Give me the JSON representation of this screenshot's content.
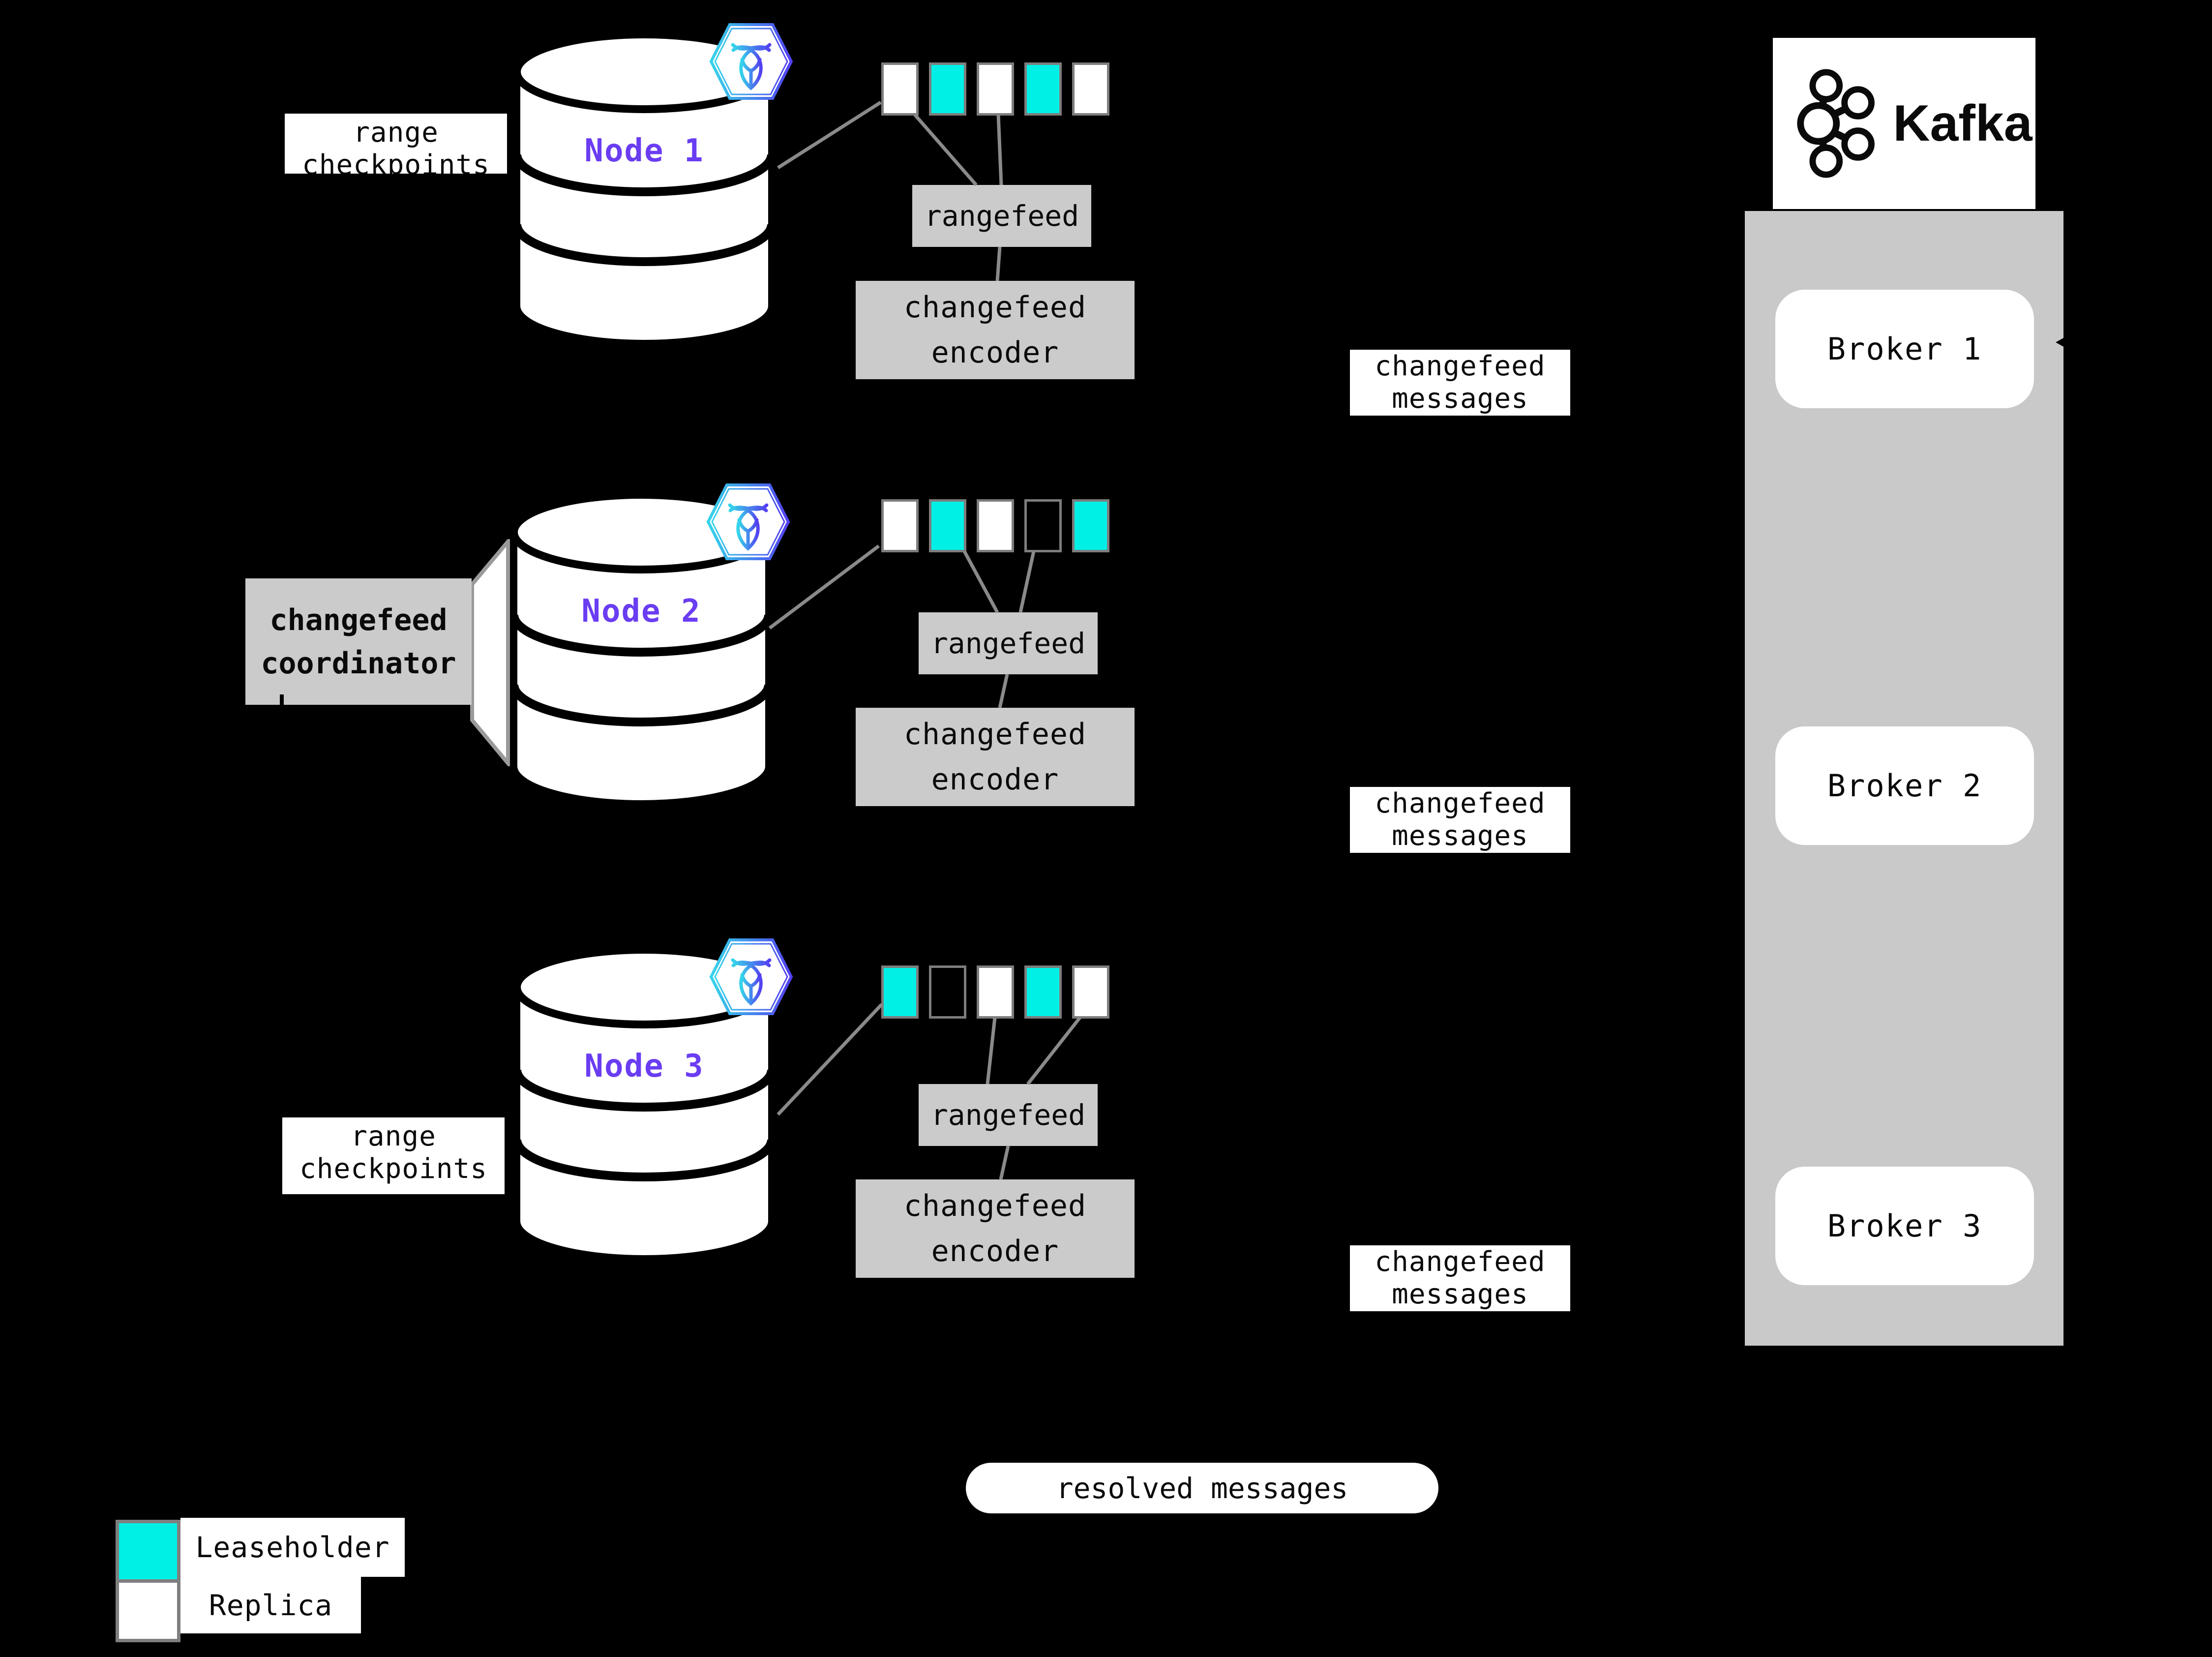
{
  "colors": {
    "leaseholder": "#00F0E6",
    "replica": "#FFFFFF",
    "empty": "transparent",
    "box_gray": "#CBCBCB",
    "container_gray": "#C9C9C9",
    "line_gray": "#8A8A8A",
    "node_purple": "#6A3DF2",
    "rect_border": "#7D7D7D",
    "background": "#000000"
  },
  "nodes": [
    {
      "label": "Node 1",
      "rangefeed_label": "rangefeed",
      "encoder_lines": [
        "changefeed",
        "encoder"
      ],
      "ranges": [
        {
          "type": "replica",
          "color": "#FFFFFF"
        },
        {
          "type": "leaseholder",
          "color": "#00F0E6"
        },
        {
          "type": "replica",
          "color": "#FFFFFF"
        },
        {
          "type": "leaseholder",
          "color": "#00F0E6"
        },
        {
          "type": "replica",
          "color": "#FFFFFF"
        }
      ]
    },
    {
      "label": "Node 2",
      "rangefeed_label": "rangefeed",
      "encoder_lines": [
        "changefeed",
        "encoder"
      ],
      "ranges": [
        {
          "type": "replica",
          "color": "#FFFFFF"
        },
        {
          "type": "leaseholder",
          "color": "#00F0E6"
        },
        {
          "type": "replica",
          "color": "#FFFFFF"
        },
        {
          "type": "empty",
          "color": "transparent"
        },
        {
          "type": "leaseholder",
          "color": "#00F0E6"
        }
      ]
    },
    {
      "label": "Node 3",
      "rangefeed_label": "rangefeed",
      "encoder_lines": [
        "changefeed",
        "encoder"
      ],
      "ranges": [
        {
          "type": "leaseholder",
          "color": "#00F0E6"
        },
        {
          "type": "empty",
          "color": "transparent"
        },
        {
          "type": "replica",
          "color": "#FFFFFF"
        },
        {
          "type": "leaseholder",
          "color": "#00F0E6"
        },
        {
          "type": "replica",
          "color": "#FFFFFF"
        }
      ]
    }
  ],
  "labels": {
    "range_checkpoints": [
      "range",
      "checkpoints"
    ],
    "changefeed_coordinator": [
      "changefeed",
      "coordinator"
    ],
    "changefeed_messages": [
      "changefeed",
      "messages"
    ],
    "resolved_messages": "resolved messages"
  },
  "kafka": {
    "wordmark": "Kafka",
    "brokers": [
      "Broker 1",
      "Broker 2",
      "Broker 3"
    ]
  },
  "legend": [
    {
      "label": "Leaseholder",
      "type": "leaseholder",
      "color": "#00F0E6"
    },
    {
      "label": "Replica",
      "type": "replica",
      "color": "#FFFFFF"
    }
  ]
}
